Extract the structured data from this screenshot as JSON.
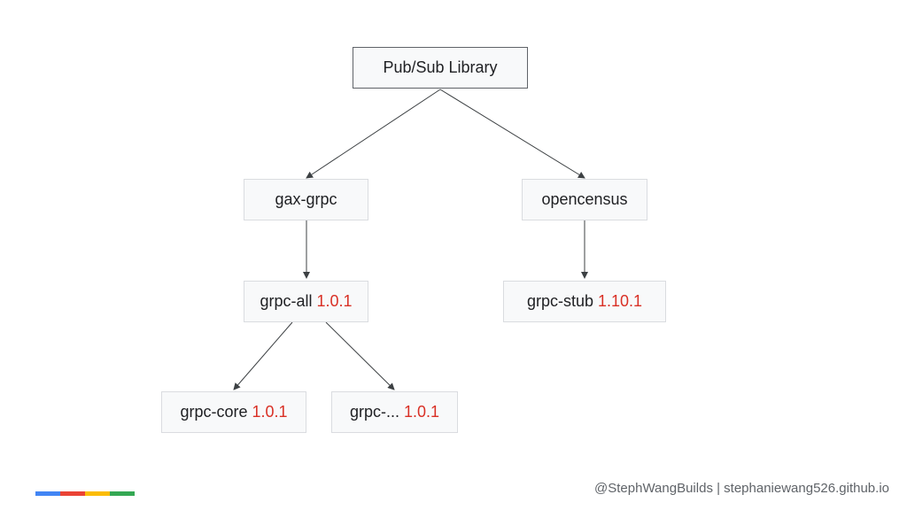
{
  "diagram": {
    "nodes": {
      "pubsub": {
        "label": "Pub/Sub Library",
        "version": ""
      },
      "gax_grpc": {
        "label": "gax-grpc",
        "version": ""
      },
      "opencensus": {
        "label": "opencensus",
        "version": ""
      },
      "grpc_all": {
        "label": "grpc-all",
        "version": "1.0.1"
      },
      "grpc_stub": {
        "label": "grpc-stub",
        "version": "1.10.1"
      },
      "grpc_core": {
        "label": "grpc-core",
        "version": "1.0.1"
      },
      "grpc_other": {
        "label": "grpc-...",
        "version": "1.0.1"
      }
    },
    "edges": [
      {
        "from": "pubsub",
        "to": "gax_grpc"
      },
      {
        "from": "pubsub",
        "to": "opencensus"
      },
      {
        "from": "gax_grpc",
        "to": "grpc_all"
      },
      {
        "from": "opencensus",
        "to": "grpc_stub"
      },
      {
        "from": "grpc_all",
        "to": "grpc_core"
      },
      {
        "from": "grpc_all",
        "to": "grpc_other"
      }
    ]
  },
  "footer": {
    "credit": "@StephWangBuilds | stephaniewang526.github.io",
    "brand_colors": [
      "#4285f4",
      "#ea4335",
      "#fbbc04",
      "#34a853"
    ]
  },
  "colors": {
    "version": "#d93025",
    "edge": "#3c4043"
  }
}
